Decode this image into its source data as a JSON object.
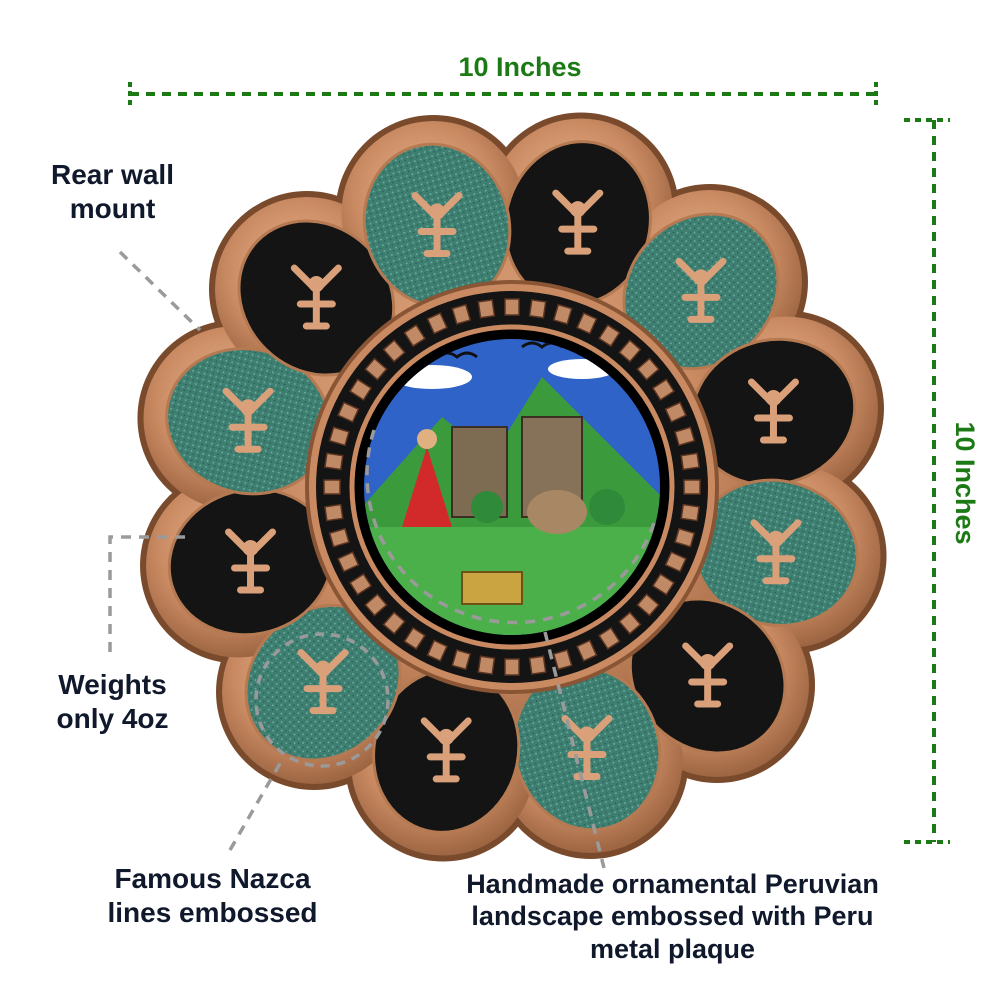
{
  "dimensions": {
    "width_label": "10 Inches",
    "height_label": "10 Inches",
    "color": "#1c7a14"
  },
  "callouts": {
    "rear_mount": {
      "line1": "Rear wall",
      "line2": "mount"
    },
    "weight": {
      "line1": "Weights",
      "line2": "only 4oz"
    },
    "nazca": {
      "line1": "Famous Nazca",
      "line2": "lines embossed"
    },
    "landscape": {
      "line1": "Handmade ornamental Peruvian",
      "line2": "landscape embossed with Peru",
      "line3": "metal plaque"
    }
  },
  "colors": {
    "text": "#10182b",
    "leader": "#9a9a9a",
    "copper": "#c98a62",
    "copper_dark": "#7a4a2c",
    "panel_green": "#3e7f72",
    "panel_black": "#141414",
    "sky": "#2f63c8",
    "mountain": "#3a9a3c",
    "grass": "#4cb04a"
  },
  "icons": {
    "panel_motifs": [
      "deer-icon",
      "sprout-icon",
      "tree-icon",
      "monkey-icon",
      "lizard-icon",
      "spider-icon",
      "flower-icon",
      "hummingbird-icon",
      "bird-icon",
      "fish-icon",
      "seaweed-icon",
      "dog-icon"
    ]
  }
}
